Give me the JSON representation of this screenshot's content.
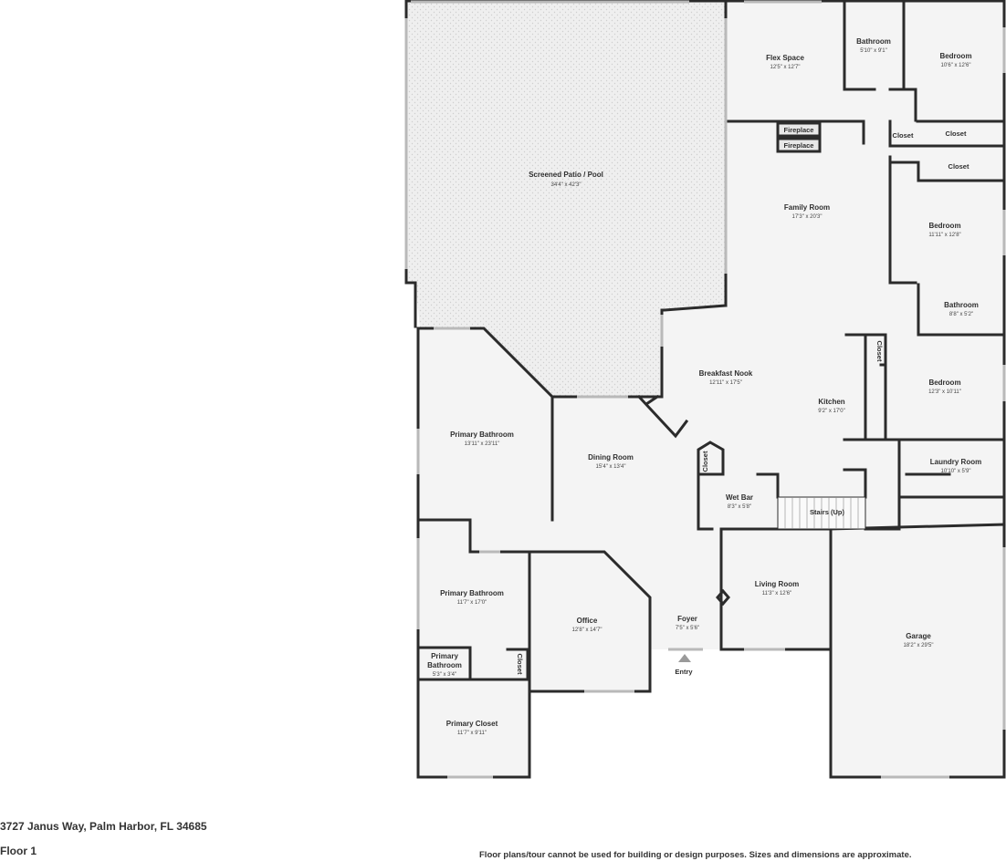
{
  "rooms": {
    "screened_patio": {
      "name": "Screened Patio / Pool",
      "dim": "34'4\" x 42'3\""
    },
    "flex_space": {
      "name": "Flex Space",
      "dim": "12'5\" x 12'7\""
    },
    "bathroom_top": {
      "name": "Bathroom",
      "dim": "5'10\" x 9'1\""
    },
    "bedroom_top": {
      "name": "Bedroom",
      "dim": "10'6\" x 12'6\""
    },
    "family_room": {
      "name": "Family Room",
      "dim": "17'3\" x 20'3\""
    },
    "bedroom_mid": {
      "name": "Bedroom",
      "dim": "11'11\" x 12'8\""
    },
    "bathroom_mid": {
      "name": "Bathroom",
      "dim": "8'8\" x 5'2\""
    },
    "breakfast_nook": {
      "name": "Breakfast Nook",
      "dim": "12'11\" x 17'5\""
    },
    "kitchen": {
      "name": "Kitchen",
      "dim": "9'2\" x 17'0\""
    },
    "bedroom_low": {
      "name": "Bedroom",
      "dim": "12'3\" x 10'11\""
    },
    "laundry_room": {
      "name": "Laundry Room",
      "dim": "10'10\" x 5'9\""
    },
    "primary_bathroom_1": {
      "name": "Primary Bathroom",
      "dim": "13'11\" x 23'11\""
    },
    "dining_room": {
      "name": "Dining Room",
      "dim": "15'4\" x 13'4\""
    },
    "wet_bar": {
      "name": "Wet Bar",
      "dim": "8'3\" x 5'8\""
    },
    "primary_bathroom_2": {
      "name": "Primary Bathroom",
      "dim": "11'7\" x 17'0\""
    },
    "office": {
      "name": "Office",
      "dim": "12'8\" x 14'7\""
    },
    "foyer": {
      "name": "Foyer",
      "dim": "7'5\" x 5'6\""
    },
    "living_room": {
      "name": "Living Room",
      "dim": "11'3\" x 12'6\""
    },
    "garage": {
      "name": "Garage",
      "dim": "18'2\" x 29'5\""
    },
    "primary_bathroom_3": {
      "name_line1": "Primary",
      "name_line2": "Bathroom",
      "dim": "5'3\" x 3'4\""
    },
    "primary_closet": {
      "name": "Primary Closet",
      "dim": "11'7\" x 9'11\""
    }
  },
  "labels": {
    "fireplace_1": "Fireplace",
    "fireplace_2": "Fireplace",
    "closet_a": "Closet",
    "closet_b": "Closet",
    "closet_c": "Closet",
    "closet_d": "Closet",
    "closet_e": "Closet",
    "closet_f": "Closet",
    "stairs": "Stairs (Up)",
    "entry": "Entry"
  },
  "footer": {
    "address": "3727 Janus Way, Palm Harbor, FL 34685",
    "floor": "Floor 1",
    "disclaimer": "Floor plans/tour cannot be used for building or design purposes. Sizes and dimensions are approximate."
  },
  "colors": {
    "wall": "#2b2b2b",
    "floor": "#f4f4f4",
    "window": "#b9b9b9",
    "background": "#ffffff"
  }
}
